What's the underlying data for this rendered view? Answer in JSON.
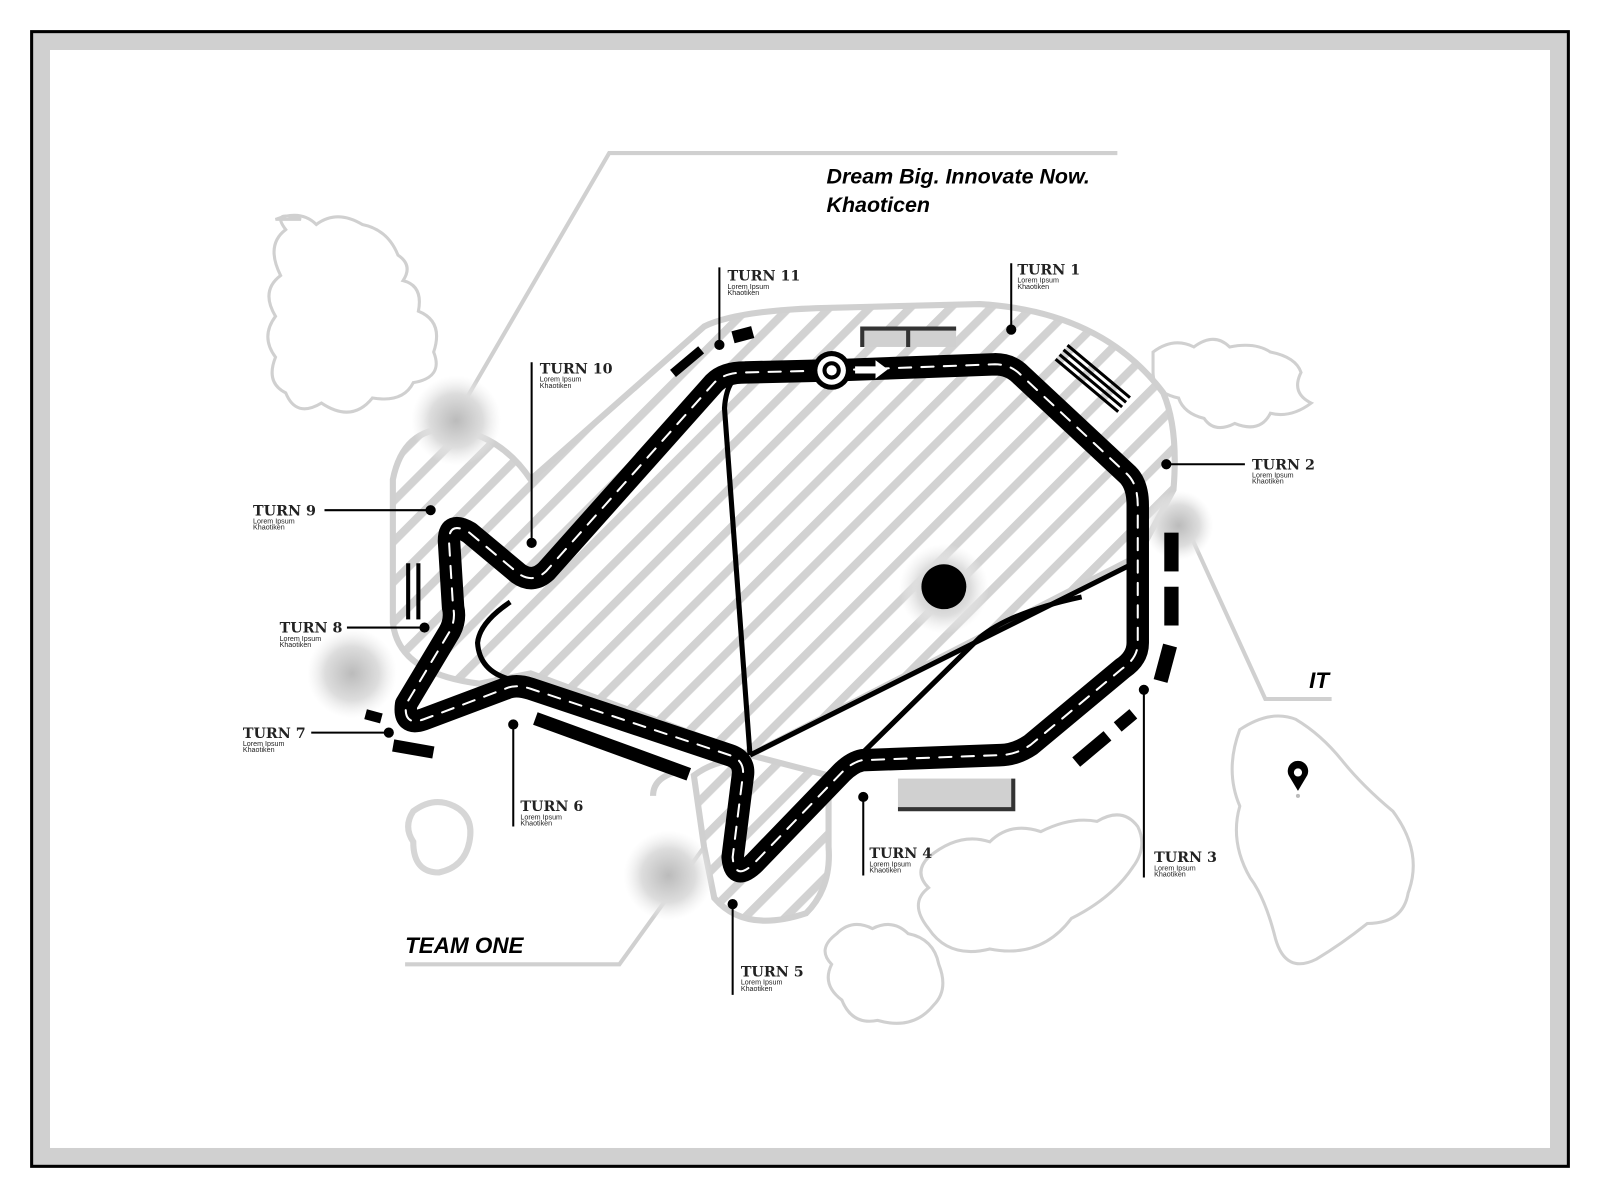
{
  "header": {
    "line1": "Dream Big. Innovate Now.",
    "line2": "Khaoticen"
  },
  "labels": {
    "team": "TEAM ONE",
    "region": "IT"
  },
  "turns": [
    {
      "title": "TURN 1",
      "sub1": "Lorem Ipsum",
      "sub2": "Khaotiken"
    },
    {
      "title": "TURN 2",
      "sub1": "Lorem Ipsum",
      "sub2": "Khaotiken"
    },
    {
      "title": "TURN 3",
      "sub1": "Lorem Ipsum",
      "sub2": "Khaotiken"
    },
    {
      "title": "TURN 4",
      "sub1": "Lorem Ipsum",
      "sub2": "Khaotiken"
    },
    {
      "title": "TURN 5",
      "sub1": "Lorem Ipsum",
      "sub2": "Khaotiken"
    },
    {
      "title": "TURN 6",
      "sub1": "Lorem Ipsum",
      "sub2": "Khaotiken"
    },
    {
      "title": "TURN 7",
      "sub1": "Lorem Ipsum",
      "sub2": "Khaotiken"
    },
    {
      "title": "TURN 8",
      "sub1": "Lorem Ipsum",
      "sub2": "Khaotiken"
    },
    {
      "title": "TURN 9",
      "sub1": "Lorem Ipsum",
      "sub2": "Khaotiken"
    },
    {
      "title": "TURN 10",
      "sub1": "Lorem Ipsum",
      "sub2": "Khaotiken"
    },
    {
      "title": "TURN 11",
      "sub1": "Lorem Ipsum",
      "sub2": "Khaotiken"
    }
  ],
  "colors": {
    "track": "#000000",
    "accent_gray": "#d0d0d0",
    "frame": "#000000"
  }
}
